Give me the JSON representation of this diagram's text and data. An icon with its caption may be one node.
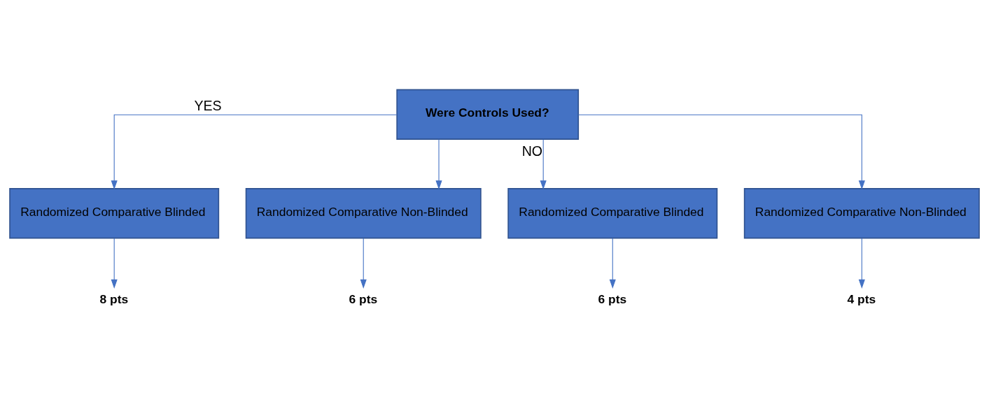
{
  "diagram": {
    "nodes": [
      {
        "text": [
          "Were Controls Used?"
        ]
      },
      {
        "text": [
          "Randomized Comparative Blinded"
        ]
      },
      {
        "text": [
          "Randomized Comparative Non-Blinded"
        ]
      },
      {
        "text": [
          "Randomized Comparative Blinded"
        ]
      },
      {
        "text": [
          "Randomized Comparative Non-Blinded"
        ]
      },
      {
        "text": [
          "8 pts"
        ]
      },
      {
        "text": [
          "6 pts"
        ]
      },
      {
        "text": [
          "6 pts"
        ]
      },
      {
        "text": [
          "4 pts"
        ]
      }
    ],
    "edges": [
      {
        "from": 0,
        "to": 1,
        "arrow": "to",
        "label": "YES"
      },
      {
        "from": 0,
        "to": 2,
        "arrow": "to"
      },
      {
        "from": 0,
        "to": 3,
        "arrow": "to",
        "label": "NO"
      },
      {
        "from": 0,
        "to": 4,
        "arrow": "to"
      },
      {
        "from": 1,
        "to": 5,
        "arrow": "to"
      },
      {
        "from": 2,
        "to": 6,
        "arrow": "to"
      },
      {
        "from": 3,
        "to": 7,
        "arrow": "to"
      },
      {
        "from": 4,
        "to": 8,
        "arrow": "to"
      }
    ]
  }
}
